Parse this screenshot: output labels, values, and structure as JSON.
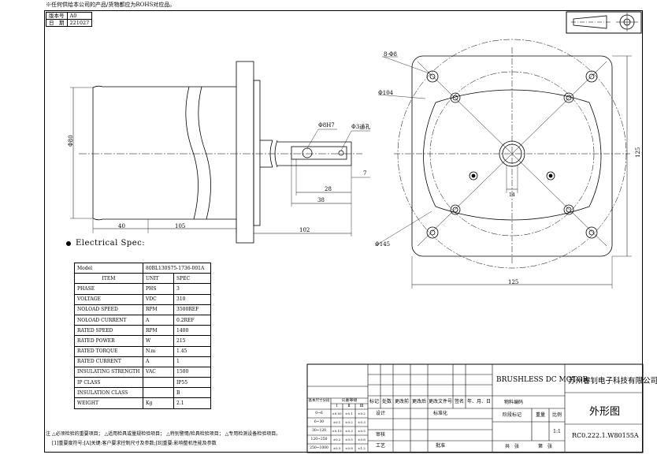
{
  "header": {
    "rohs_note": "※任何供给本公司的产品/货物都应为ROHS对应品。"
  },
  "version": {
    "version_label": "版本号",
    "version_value": "A0",
    "date_label": "日　期",
    "date_value": "221027"
  },
  "dimensions": {
    "d80": "Φ80",
    "d8h7": "Φ8H7",
    "d3hole": "Φ3通孔",
    "d104": "Φ104",
    "d145": "Φ145",
    "holes": "8-Φ8",
    "l40": "40",
    "l105": "105",
    "l102": "102",
    "l28": "28",
    "l38": "38",
    "l7": "7",
    "l125_h": "125",
    "l125_v": "125",
    "l14": "14"
  },
  "electrical": {
    "title": "Electrical Spec:",
    "model_label": "Model",
    "model_value": "80BL130S75-1736-001A",
    "headers": [
      "ITEM",
      "UNIT",
      "SPEC"
    ],
    "rows": [
      [
        "PHASE",
        "PHS",
        "3"
      ],
      [
        "VOLTAGE",
        "VDC",
        "310"
      ],
      [
        "NOLOAD SPEED",
        "RPM",
        "3500REF"
      ],
      [
        "NOLOAD CURRENT",
        "A",
        "0.2REF"
      ],
      [
        "RATED SPEED",
        "RPM",
        "1400"
      ],
      [
        "RATED POWER",
        "W",
        "215"
      ],
      [
        "RATED TORQUE",
        "N.m",
        "1.45"
      ],
      [
        "RATED CURRENT",
        "A",
        "1"
      ],
      [
        "INSULATING STRENGTH",
        "VAC",
        "1500"
      ],
      [
        "IP CLASS",
        "",
        "IP55"
      ],
      [
        "INSULATION CLASS",
        "",
        "B"
      ],
      [
        "WEIGHT",
        "Kg",
        "2.1"
      ]
    ]
  },
  "footer": {
    "note1": "注",
    "note_items": [
      "必须检验的重要项目；",
      "适用检具或量规检验项目；",
      "特别警惕/检具检验项目；",
      "专用检测设备检验项目。"
    ],
    "note2": "[1]重要度符号:[A]关键:客户要求控制尺寸及参数;[B]重要:影响整机性能及参数"
  },
  "title_block": {
    "product": "BRUSHLESS DC MOTOR",
    "company": "苏州睿钊电子科技有限公司",
    "drawing_name": "外形图",
    "drawing_no": "RC0.222.1.W80155A",
    "rev_headers": [
      "标记",
      "处数",
      "更改前",
      "更改后",
      "更改文件号",
      "签名",
      "年、月、日"
    ],
    "material_code": "物料编码",
    "stage_mark": "阶段标记",
    "weight": "重量",
    "scale": "比例",
    "scale_value": "1:1",
    "design": "设计",
    "standardization": "标准化",
    "review": "审核",
    "process": "工艺",
    "approve": "批准",
    "total_sheets": "共　张",
    "sheet_no": "第　张",
    "tol_header1": "基本尺寸分段",
    "tol_header2": "公差等级",
    "tol_sub": [
      "Ⅰ",
      "Ⅱ",
      "Ⅲ"
    ],
    "tol_ranges": [
      "0~6",
      "6~30",
      "30~120",
      "120~250",
      "250~1000"
    ],
    "tol_values": [
      [
        "±0.05",
        "±0.1",
        "±0.2"
      ],
      [
        "±0.1",
        "±0.2",
        "±0.3"
      ],
      [
        "±0.15",
        "±0.3",
        "±0.5"
      ],
      [
        "±0.2",
        "±0.5",
        "±0.8"
      ],
      [
        "±0.3",
        "±0.8",
        "±1.2"
      ]
    ]
  }
}
